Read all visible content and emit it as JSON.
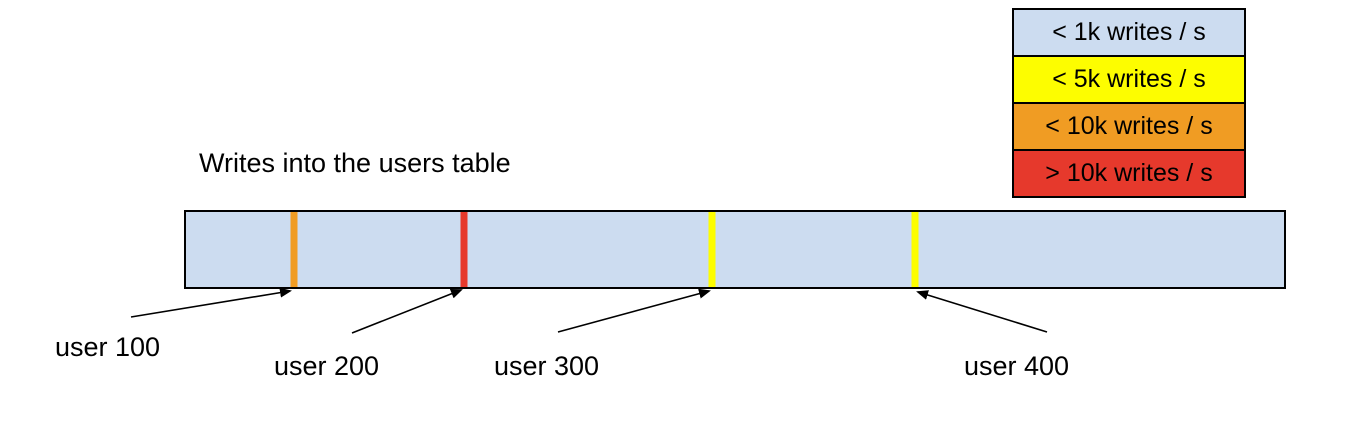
{
  "title": "Writes into the users table",
  "legend": {
    "items": [
      {
        "label": "< 1k writes / s",
        "color": "#ccdcf0"
      },
      {
        "label": "< 5k writes / s",
        "color": "#fdfd00"
      },
      {
        "label": "< 10k writes / s",
        "color": "#f09c23"
      },
      {
        "label": "> 10k writes / s",
        "color": "#e6392c"
      }
    ]
  },
  "bar": {
    "fill": "#ccdcf0",
    "border_color": "#000000"
  },
  "markers": [
    {
      "label": "user 100",
      "color": "#f09c23",
      "rate_bucket": "< 10k writes / s",
      "position_pct": 9.8
    },
    {
      "label": "user 200",
      "color": "#e6392c",
      "rate_bucket": "> 10k writes / s",
      "position_pct": 25.3
    },
    {
      "label": "user 300",
      "color": "#fdfd00",
      "rate_bucket": "< 5k writes / s",
      "position_pct": 47.9
    },
    {
      "label": "user 400",
      "color": "#fdfd00",
      "rate_bucket": "< 5k writes / s",
      "position_pct": 66.4
    }
  ]
}
